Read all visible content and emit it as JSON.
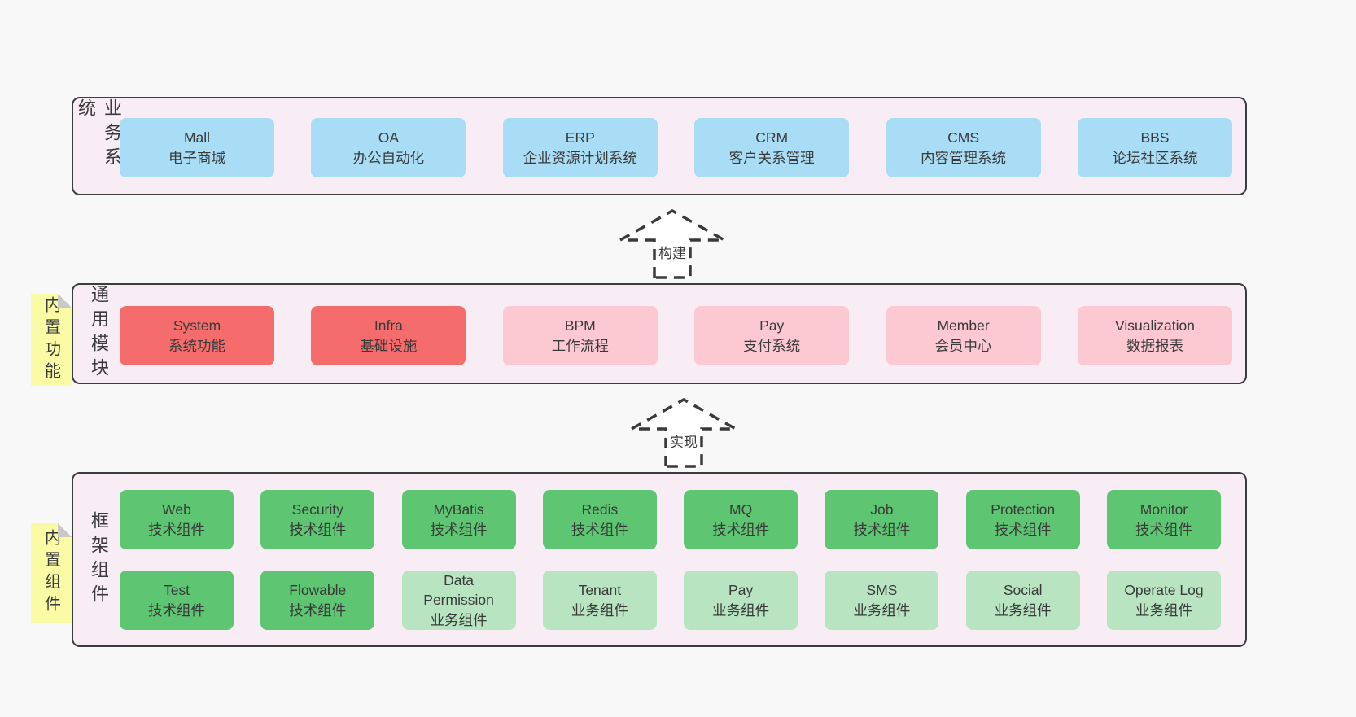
{
  "page": {
    "background": "#f8f8f8"
  },
  "colors": {
    "container_bg": "#f8edf5",
    "container_border": "#3c3c3c",
    "box_blue": "#a9dcf5",
    "box_red": "#f56c6c",
    "box_pink": "#fcc9d3",
    "box_green": "#5ec573",
    "box_light_green": "#b8e4c1",
    "tab_yellow": "#fbfba5",
    "tab_fold_gray": "#c9c9c9",
    "text": "#3a3a3a"
  },
  "arrows": {
    "build": "构建",
    "implement": "实现"
  },
  "sections": {
    "business": {
      "label": "业务系统",
      "boxes": [
        {
          "title": "Mall",
          "subtitle": "电子商城"
        },
        {
          "title": "OA",
          "subtitle": "办公自动化"
        },
        {
          "title": "ERP",
          "subtitle": "企业资源计划系统"
        },
        {
          "title": "CRM",
          "subtitle": "客户关系管理"
        },
        {
          "title": "CMS",
          "subtitle": "内容管理系统"
        },
        {
          "title": "BBS",
          "subtitle": "论坛社区系统"
        }
      ]
    },
    "modules": {
      "label": "通用模块",
      "tab": "内置功能",
      "boxes": [
        {
          "title": "System",
          "subtitle": "系统功能"
        },
        {
          "title": "Infra",
          "subtitle": "基础设施"
        },
        {
          "title": "BPM",
          "subtitle": "工作流程"
        },
        {
          "title": "Pay",
          "subtitle": "支付系统"
        },
        {
          "title": "Member",
          "subtitle": "会员中心"
        },
        {
          "title": "Visualization",
          "subtitle": "数据报表"
        }
      ]
    },
    "framework": {
      "label": "框架组件",
      "tab": "内置组件",
      "row1": [
        {
          "title": "Web",
          "subtitle": "技术组件"
        },
        {
          "title": "Security",
          "subtitle": "技术组件"
        },
        {
          "title": "MyBatis",
          "subtitle": "技术组件"
        },
        {
          "title": "Redis",
          "subtitle": "技术组件"
        },
        {
          "title": "MQ",
          "subtitle": "技术组件"
        },
        {
          "title": "Job",
          "subtitle": "技术组件"
        },
        {
          "title": "Protection",
          "subtitle": "技术组件"
        },
        {
          "title": "Monitor",
          "subtitle": "技术组件"
        }
      ],
      "row2": [
        {
          "title": "Test",
          "subtitle": "技术组件"
        },
        {
          "title": "Flowable",
          "subtitle": "技术组件"
        },
        {
          "title": "Data Permission",
          "subtitle": "业务组件"
        },
        {
          "title": "Tenant",
          "subtitle": "业务组件"
        },
        {
          "title": "Pay",
          "subtitle": "业务组件"
        },
        {
          "title": "SMS",
          "subtitle": "业务组件"
        },
        {
          "title": "Social",
          "subtitle": "业务组件"
        },
        {
          "title": "Operate Log",
          "subtitle": "业务组件"
        }
      ]
    }
  }
}
